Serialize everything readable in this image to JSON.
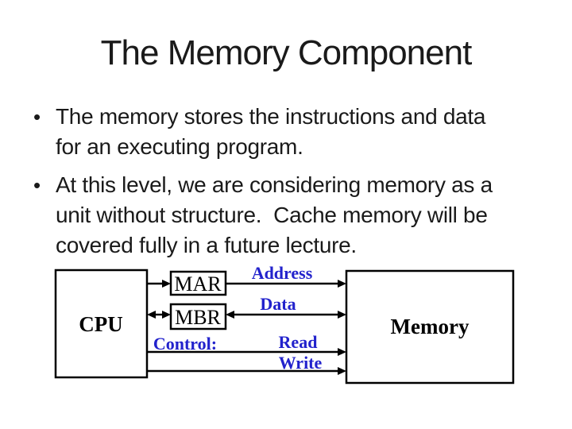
{
  "slide": {
    "title": "The Memory Component",
    "bullet_char": "•",
    "bullets": [
      {
        "text": "The memory stores the instructions and data for an executing program."
      },
      {
        "text": "At this level, we are considering memory as a unit without structure.  Cache memory will be covered fully in a future lecture."
      }
    ]
  },
  "diagram": {
    "boxes": {
      "cpu": "CPU",
      "mar": "MAR",
      "mbr": "MBR",
      "memory": "Memory"
    },
    "labels": {
      "address": "Address",
      "data": "Data",
      "control": "Control:",
      "read": "Read",
      "write": "Write"
    }
  },
  "colors": {
    "background": "#ffffff",
    "title_text": "#1a1a1a",
    "body_text": "#1a1a1a",
    "diagram_line": "#000000",
    "diagram_text": "#000000",
    "bus_label_blue": "#2222cc"
  }
}
